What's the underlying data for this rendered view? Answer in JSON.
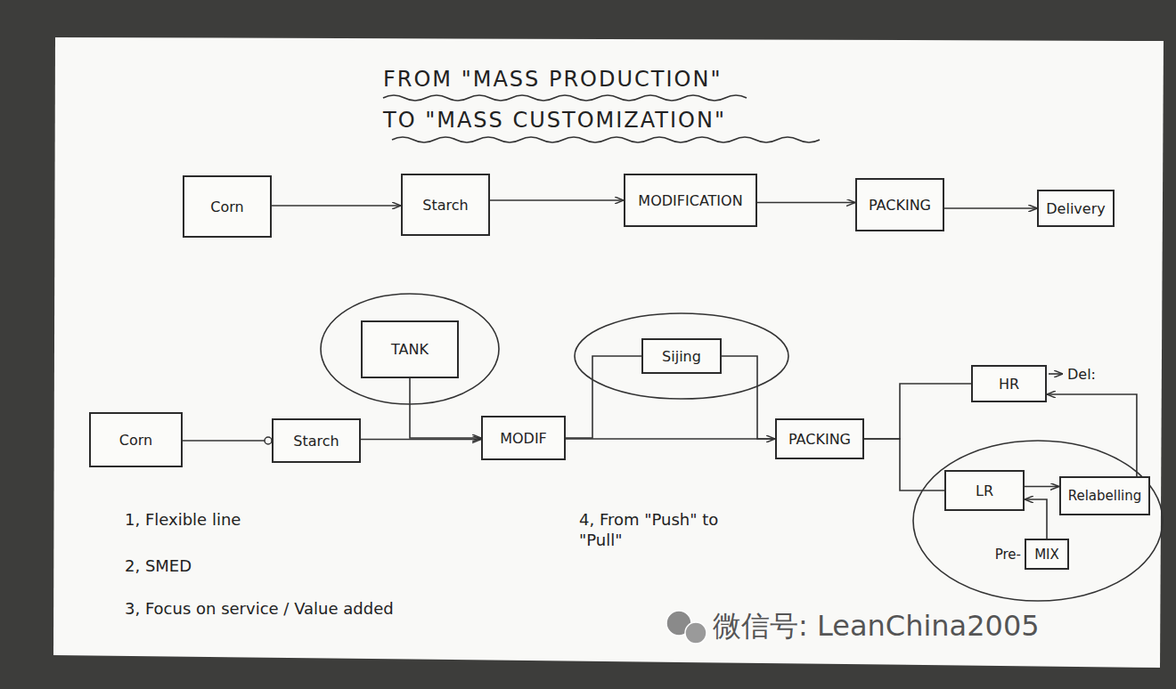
{
  "diagram": {
    "title": "FROM \"MASS PRODUCTION\" TO \"MASS CUSTOMIZATION\"",
    "nodes": [
      {
        "text": [
          "Corn"
        ]
      },
      {
        "text": [
          "Starch"
        ]
      },
      {
        "text": [
          "MODIFICATION"
        ]
      },
      {
        "text": [
          "PACKING"
        ]
      },
      {
        "text": [
          "Delivery"
        ]
      },
      {
        "text": [
          "Corn"
        ]
      },
      {
        "text": [
          "Starch"
        ]
      },
      {
        "text": [
          "TANK"
        ]
      },
      {
        "text": [
          "MODIF"
        ]
      },
      {
        "text": [
          "Sijing"
        ]
      },
      {
        "text": [
          "PACKING"
        ]
      },
      {
        "text": [
          "HR"
        ]
      },
      {
        "text": [
          "LR"
        ]
      },
      {
        "text": [
          "Relabelling"
        ]
      },
      {
        "text": [
          "Pre-",
          "MIX"
        ]
      }
    ],
    "edges": [
      {
        "from": 0,
        "to": 1,
        "arrow": "to"
      },
      {
        "from": 1,
        "to": 2,
        "arrow": "to"
      },
      {
        "from": 2,
        "to": 3,
        "arrow": "to"
      },
      {
        "from": 3,
        "to": 4,
        "arrow": "to"
      },
      {
        "from": 5,
        "to": 6,
        "arrow": "to"
      },
      {
        "from": 6,
        "to": 8,
        "arrow": "to"
      },
      {
        "from": 7,
        "to": 8,
        "arrow": "to"
      },
      {
        "from": 8,
        "to": 10,
        "arrow": "to"
      },
      {
        "from": 8,
        "to": 9,
        "arrow": "none"
      },
      {
        "from": 9,
        "to": 10,
        "arrow": "none"
      },
      {
        "from": 10,
        "to": 11,
        "arrow": "none"
      },
      {
        "from": 10,
        "to": 12,
        "arrow": "none"
      },
      {
        "from": 12,
        "to": 13,
        "arrow": "to"
      },
      {
        "from": 14,
        "to": 12,
        "arrow": "to"
      },
      {
        "from": 13,
        "to": 11,
        "arrow": "to"
      }
    ],
    "labels": [
      "Del:",
      "1, Flexible line",
      "2, SMED",
      "3, Focus on service / Value added",
      "4, From \"Push\" to \"Pull\"",
      "微信号: LeanChina2005"
    ]
  }
}
